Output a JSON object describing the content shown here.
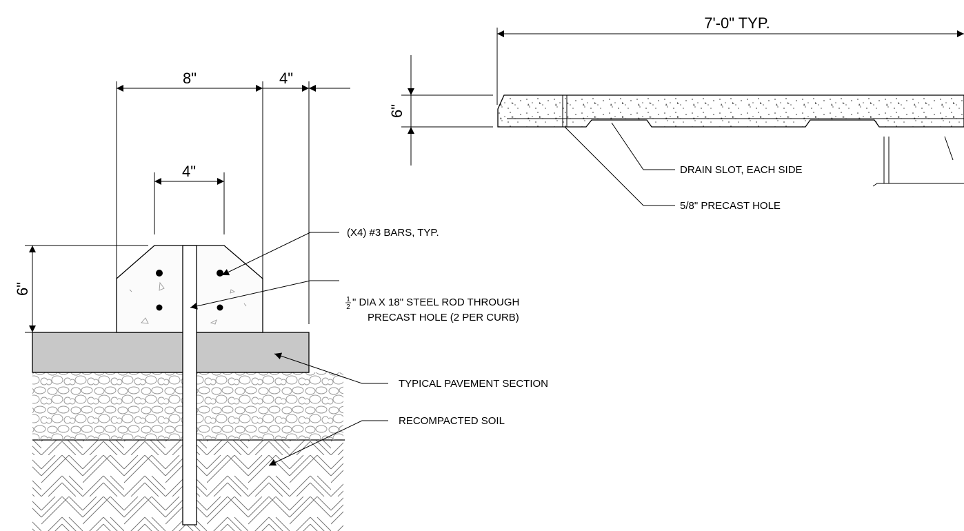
{
  "dimensions": {
    "curb_width": "8\"",
    "offset_right": "4\"",
    "top_width": "4\"",
    "curb_height": "6\"",
    "plan_length": "7'-0\" TYP.",
    "plan_thickness": "6\""
  },
  "notes": {
    "bars": "(X4) #3 BARS, TYP.",
    "rod_fraction_num": "1",
    "rod_fraction_den": "2",
    "rod_line1": "\" DIA X 18\" STEEL ROD THROUGH",
    "rod_line2": "PRECAST HOLE (2 PER CURB)",
    "pavement": "TYPICAL PAVEMENT SECTION",
    "soil": "RECOMPACTED SOIL",
    "drain_slot": "DRAIN SLOT, EACH SIDE",
    "precast_hole": "5/8\" PRECAST HOLE"
  },
  "colors": {
    "line": "#000000",
    "pavement": "#c8c8c8",
    "gravel": "#9a9a9a",
    "soil_hatch": "#777777",
    "concrete_speck": "#555555"
  }
}
